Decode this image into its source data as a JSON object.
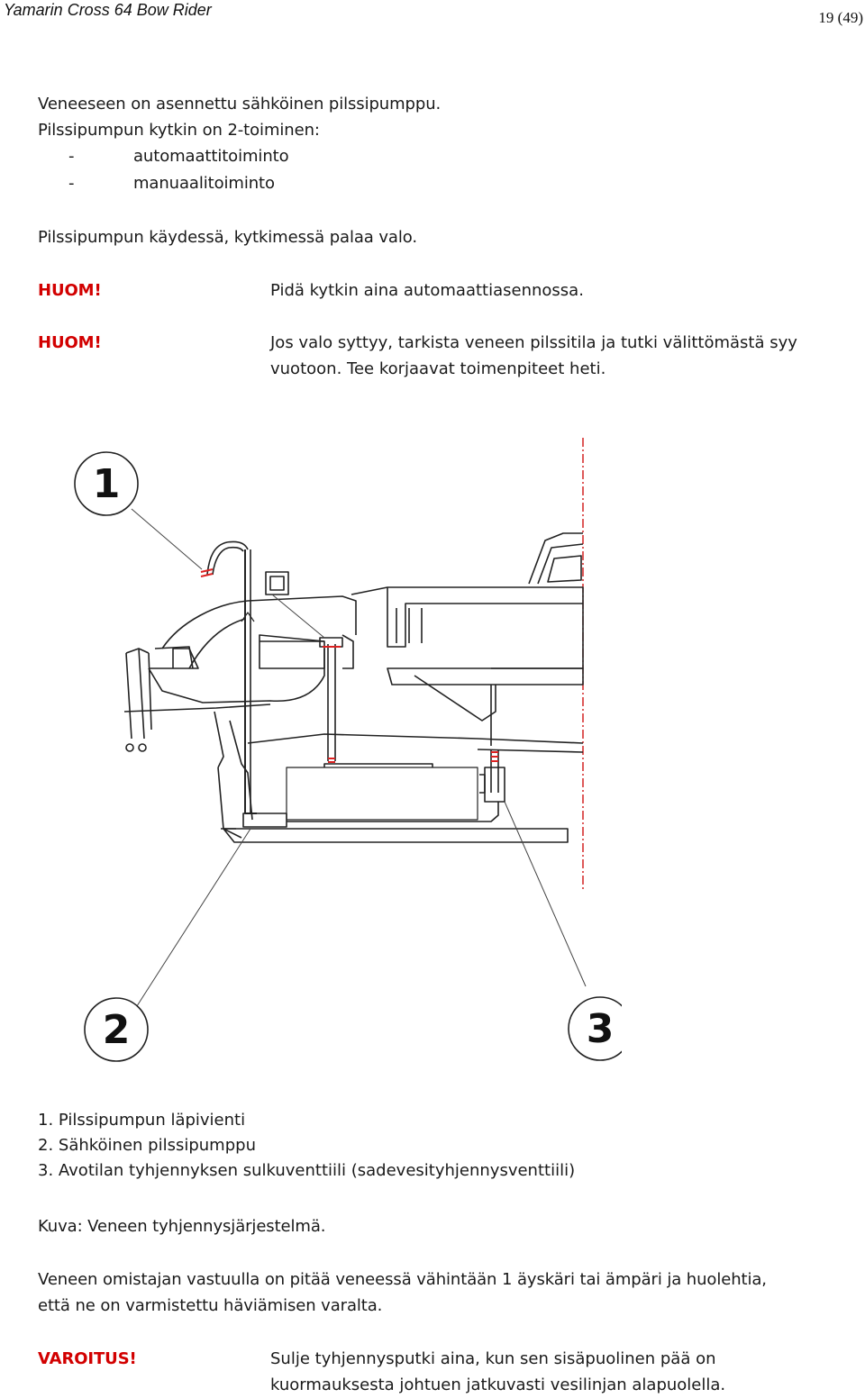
{
  "header": {
    "title": "Yamarin Cross 64 Bow Rider",
    "page": "19 (49)"
  },
  "intro": {
    "line1": "Veneeseen on asennettu sähköinen pilssipumppu.",
    "line2": "Pilssipumpun kytkin on 2-toiminen:",
    "modes": [
      "automaattitoiminto",
      "manuaalitoiminto"
    ],
    "dash": "-",
    "line3": "Pilssipumpun käydessä, kytkimessä palaa valo."
  },
  "notes": [
    {
      "label": "HUOM!",
      "text": "Pidä kytkin aina automaattiasennossa."
    },
    {
      "label": "HUOM!",
      "text_line1": "Jos valo syttyy, tarkista veneen pilssitila ja tutki välittömästä syy",
      "text_line2": "vuotoon. Tee korjaavat toimenpiteet heti."
    }
  ],
  "diagram": {
    "callouts": [
      "1",
      "2",
      "3"
    ]
  },
  "legend": {
    "items": [
      "1. Pilssipumpun läpivienti",
      "2. Sähköinen pilssipumppu",
      "3. Avotilan tyhjennyksen sulkuventtiili (sadevesityhjennysventtiili)"
    ],
    "caption": "Kuva: Veneen tyhjennysjärjestelmä."
  },
  "owner_note": {
    "line1": "Veneen omistajan vastuulla on pitää veneessä vähintään 1 äyskäri tai ämpäri ja huolehtia,",
    "line2": "että ne on varmistettu häviämisen varalta."
  },
  "warning": {
    "label": "VAROITUS!",
    "line1": "Sulje tyhjennysputki aina, kun sen sisäpuolinen pää on",
    "line2": "kuormauksesta johtuen jatkuvasti vesilinjan alapuolella."
  },
  "colors": {
    "warning_red": "#d20000",
    "drawing": "#222222",
    "centerline": "#cc0000"
  }
}
